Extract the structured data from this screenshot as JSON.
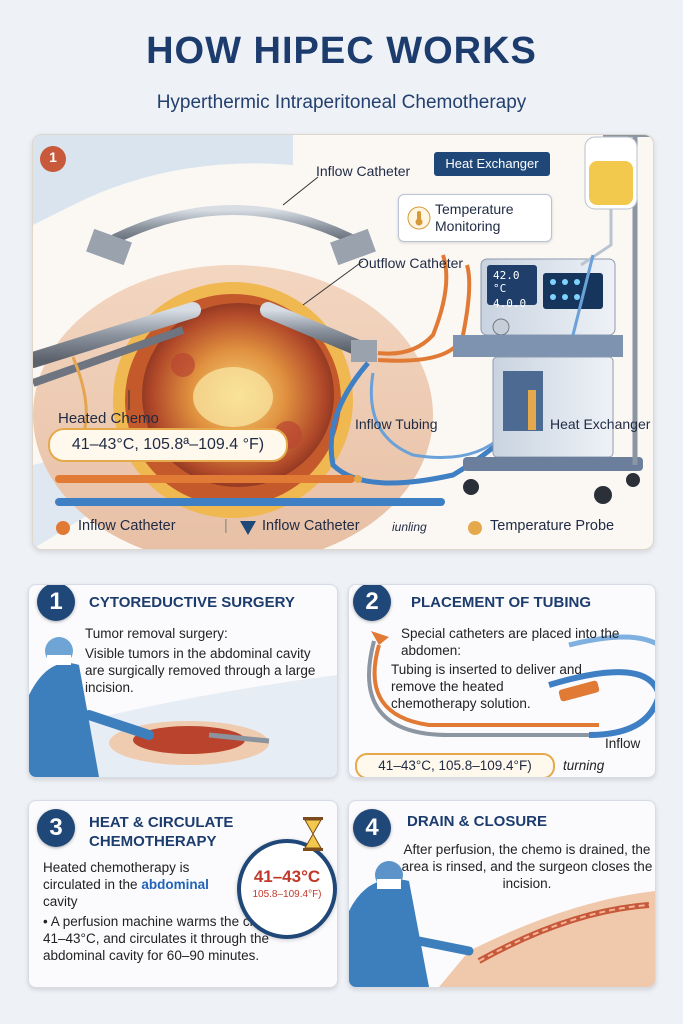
{
  "title": "HOW HIPEC WORKS",
  "subtitle": "Hyperthermic Intraperitoneal Chemotherapy",
  "diagram": {
    "step_badge": "1",
    "labels": {
      "inflow_catheter": "Inflow Catheter",
      "outflow_catheter": "Outflow Catheter",
      "heat_exchanger_top": "Heat Exchanger",
      "temperature_monitoring": "Temperature\nMonitoring",
      "heated_chemo": "Heated Chemo",
      "inflow_tubing": "Inflow Tubing",
      "heat_exchanger_side": "Heat Exchanger",
      "temp_range": "41–43°C, 105.8ª–109.4 °F)",
      "screen_top": "42.0",
      "screen_bottom": "4.0.0",
      "screen_units": "°C"
    },
    "legend": {
      "item1": "Inflow Catheter",
      "separator": "|",
      "item2": "Inflow Catheter",
      "item2_extra": "iunling",
      "item3": "Temperature Probe"
    },
    "colors": {
      "navy": "#1f4778",
      "orange": "#e07a35",
      "blue": "#3f7fc4",
      "gold": "#e5a94c"
    }
  },
  "steps": [
    {
      "num": "1",
      "title": "CYTOREDUCTIVE SURGERY",
      "intro": "Tumor removal surgery:",
      "body": "Visible tumors in the abdominal cavity are surgically removed through a large incision."
    },
    {
      "num": "2",
      "title": "PLACEMENT OF TUBING",
      "intro": "Special catheters are placed into the abdomen:",
      "body": "Tubing is inserted to deliver and remove the heated chemotherapy solution.",
      "inflow_label": "Inflow",
      "temp_range": "41–43°C, 105.8–109.4°F)",
      "turning_label": "turning"
    },
    {
      "num": "3",
      "title": "HEAT & CIRCULATE CHEMOTHERAPY",
      "intro_a": "Heated chemotherapy is circulated in the",
      "intro_highlight": "abdominal",
      "intro_b": "cavity",
      "body": "• A perfusion machine warms the chemo to 41–43°C, and circulates it through the abdominal cavity for 60–90 minutes.",
      "timer_main": "41–43°C",
      "timer_sub": "105.8–109.4°F)"
    },
    {
      "num": "4",
      "title": "DRAIN & CLOSURE",
      "body": "After perfusion, the chemo is drained, the area is rinsed, and the surgeon closes the incision."
    }
  ]
}
